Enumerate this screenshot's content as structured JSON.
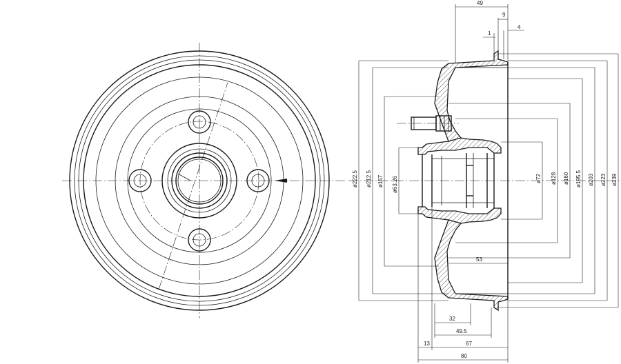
{
  "drawing": {
    "front_view": {
      "stud_holes": 4
    },
    "section_view": {
      "top_dimensions": {
        "width_49": "49",
        "offset_9": "9",
        "offset_4": "4",
        "offset_1": "1"
      },
      "vertical_dimensions": [
        {
          "id": "d222_5",
          "label": "ø222.5"
        },
        {
          "id": "d212_5",
          "label": "ø212.5"
        },
        {
          "id": "d157",
          "label": "ø157"
        },
        {
          "id": "d63_26",
          "label": "ø63.26"
        },
        {
          "id": "d72",
          "label": "ø72"
        },
        {
          "id": "d128",
          "label": "ø128"
        },
        {
          "id": "d160",
          "label": "ø160"
        },
        {
          "id": "d195_5",
          "label": "ø195.5"
        },
        {
          "id": "d203",
          "label": "ø203"
        },
        {
          "id": "d223",
          "label": "ø223"
        },
        {
          "id": "d239",
          "label": "ø239"
        }
      ],
      "bottom_dimensions": {
        "len_53": "53",
        "len_32": "32",
        "len_49_5": "49.5",
        "len_13": "13",
        "len_67": "67",
        "len_80": "80"
      }
    }
  }
}
